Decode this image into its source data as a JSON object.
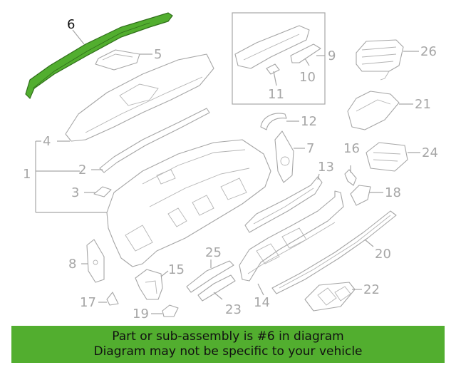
{
  "callouts": {
    "c1": "1",
    "c2": "2",
    "c3": "3",
    "c4": "4",
    "c5": "5",
    "c6": "6",
    "c7": "7",
    "c8": "8",
    "c9": "9",
    "c10": "10",
    "c11": "11",
    "c12": "12",
    "c13": "13",
    "c14": "14",
    "c15": "15",
    "c16": "16",
    "c17": "17",
    "c18": "18",
    "c19": "19",
    "c20": "20",
    "c21": "21",
    "c22": "22",
    "c23": "23",
    "c24": "24",
    "c25": "25",
    "c26": "26"
  },
  "highlight": {
    "part": "6",
    "color": "#52ae2f"
  },
  "colors": {
    "line": "#a6a6a6",
    "banner": "#52ae2f"
  },
  "banner": {
    "line1": "Part or sub-assembly is #6 in diagram",
    "line2": "Diagram may not be specific to your vehicle"
  }
}
